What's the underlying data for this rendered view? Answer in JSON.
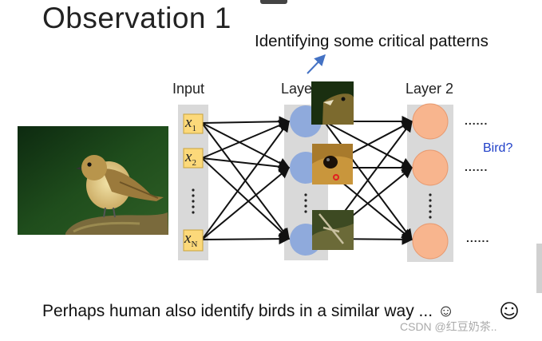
{
  "slide": {
    "title": "Observation 1",
    "callout": "Identifying some critical patterns",
    "bottom_text": "Perhaps human also identify birds in a similar way ... ☺",
    "watermark": "CSDN @红豆奶茶.."
  },
  "network": {
    "input_label": "Input",
    "layer1_label": "Layer 1",
    "layer2_label": "Layer 2",
    "inputs": [
      {
        "var": "x",
        "sub": "1"
      },
      {
        "var": "x",
        "sub": "2"
      },
      {
        "var": "x",
        "sub": "N"
      }
    ],
    "trailing_dots": [
      "......",
      "......",
      "......"
    ],
    "output_label": "Bird?"
  },
  "colors": {
    "input_box": "#fcd97a",
    "layer1_node": "#8faadc",
    "layer2_node": "#f8b58e",
    "column_bg": "#d9d9d9",
    "arrow_blue": "#4472c4",
    "bird_question": "#1f3fc8"
  },
  "icons": {
    "bird_photo": "bird-photo",
    "beak_patch": "beak-patch-image",
    "eye_patch": "eye-patch-image",
    "claw_patch": "claw-patch-image",
    "smiley": "smiley-icon"
  }
}
